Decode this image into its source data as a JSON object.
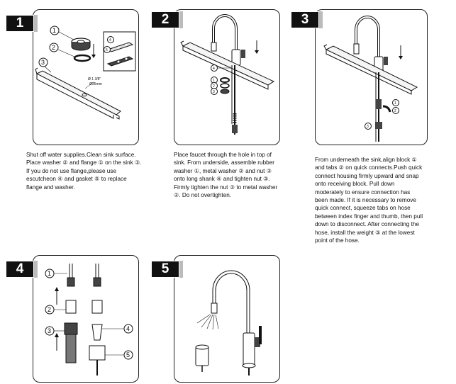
{
  "steps": [
    {
      "number": "1",
      "caption": "Shut off water supplies.Clean sink surface.\nPlace washer ② and flange ① on the sink ③.\nIf you do not use flange,please use\nescutcheon ④ and gasket ⑤ to replace\nflange and washer.",
      "dims": [
        "Ø 1 3/8\"",
        "Ø35mm"
      ]
    },
    {
      "number": "2",
      "caption": "Place faucet through the hole in top of\nsink. From underside, assemble rubber\nwasher ①, metal washer ② and nut ③\nonto long shank ④ and tighten nut ③.\nFirmly tighten the nut ③ to metal washer\n②. Do not overtighten."
    },
    {
      "number": "3",
      "caption": "From underneath the sink,align block ①\nand tabs ② on quick connects.Push quick\nconnect housing firmly upward and snap\nonto receiving block. Pull down\nmoderately to ensure connection has\nbeen made. If it is necessary to remove\nquick connect, squeeze tabs on hose\nbetween index finger and thumb, then pull\ndown to disconnect. After connecting the\nhose, install the weight ③ at the lowest\npoint of the hose."
    },
    {
      "number": "4"
    },
    {
      "number": "5"
    }
  ],
  "callouts": {
    "one": "①",
    "two": "②",
    "three": "③",
    "four": "④",
    "five": "⑤"
  }
}
